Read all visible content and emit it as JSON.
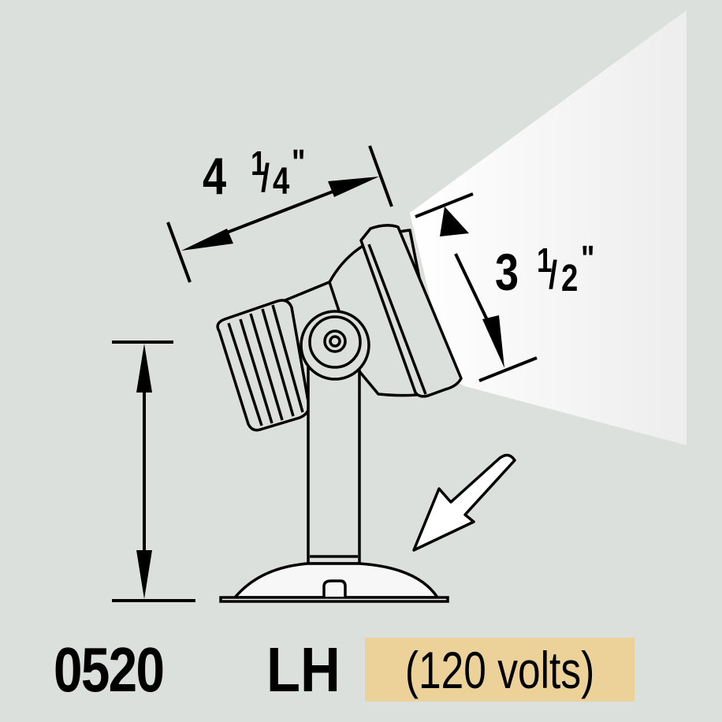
{
  "diagram": {
    "subject": "Adjustable spotlight fixture with mounting base",
    "dimensions": {
      "length": {
        "whole": "4",
        "fraction_num": "1",
        "fraction_den": "4",
        "unit": "\"",
        "label": "4 1/4\""
      },
      "lens_diameter": {
        "whole": "3",
        "fraction_num": "1",
        "fraction_den": "2",
        "unit": "\"",
        "label": "3 1/2\""
      },
      "height": {
        "label": ""
      }
    },
    "annotations": {
      "direction_arrow": "arrow pointing down-left toward base"
    }
  },
  "caption": {
    "model_number": "0520",
    "variant": "LH",
    "voltage": "(120 volts)"
  },
  "colors": {
    "background": "#dce0dd",
    "beam": "#f7f7f7",
    "voltage_highlight": "#ecd199",
    "line": "#000000"
  }
}
